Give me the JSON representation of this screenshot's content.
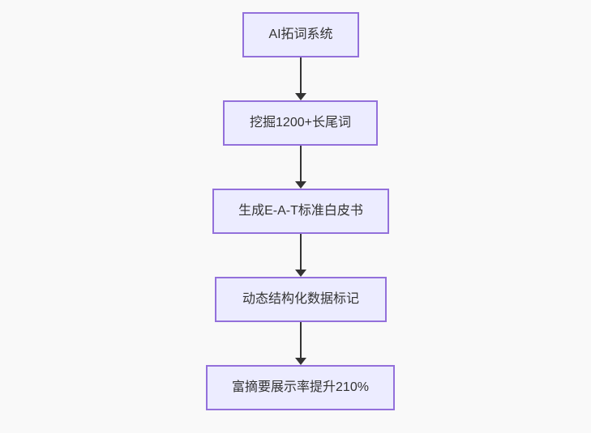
{
  "diagram": {
    "type": "flowchart",
    "direction": "top-down",
    "nodes": [
      {
        "id": "A",
        "label": "AI拓词系统"
      },
      {
        "id": "B",
        "label": "挖掘1200+长尾词"
      },
      {
        "id": "C",
        "label": "生成E-A-T标准白皮书"
      },
      {
        "id": "D",
        "label": "动态结构化数据标记"
      },
      {
        "id": "E",
        "label": "富摘要展示率提升210%"
      }
    ],
    "edges": [
      {
        "from": "A",
        "to": "B"
      },
      {
        "from": "B",
        "to": "C"
      },
      {
        "from": "C",
        "to": "D"
      },
      {
        "from": "D",
        "to": "E"
      }
    ],
    "colors": {
      "node_fill": "#ECECFF",
      "node_border": "#9370DB",
      "text": "#333333",
      "arrow": "#333333",
      "background": "#f9f9f9"
    }
  }
}
